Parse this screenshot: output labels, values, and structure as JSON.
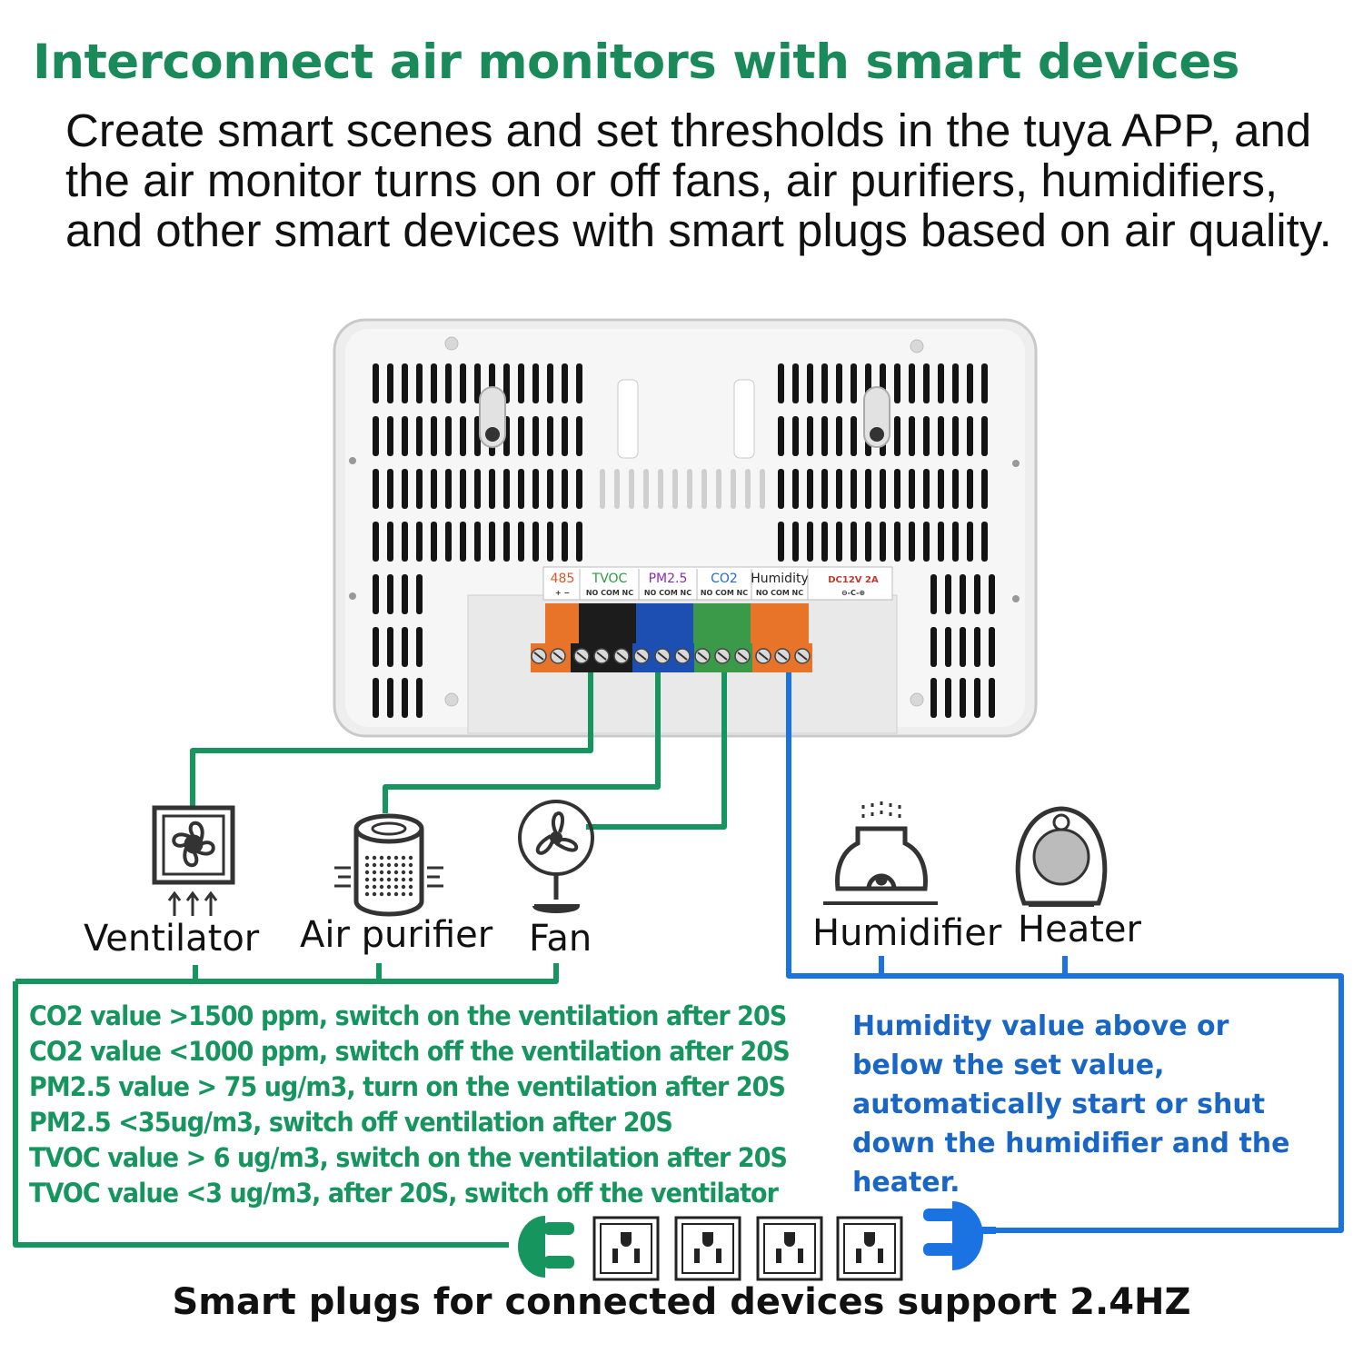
{
  "headline": "Interconnect air monitors with smart devices",
  "subtext": "Create smart scenes and set thresholds in the tuya APP, and the air monitor turns on or off fans, air purifiers, humidifiers, and other smart devices with smart plugs based on air quality.",
  "terminals": {
    "groups": [
      {
        "label": "485",
        "color": "#e0552a",
        "sub": "+ −"
      },
      {
        "label": "TVOC",
        "color": "#2f9a3a",
        "sub": "NO COM NC"
      },
      {
        "label": "PM2.5",
        "color": "#8a2bb5",
        "sub": "NO COM NC"
      },
      {
        "label": "CO2",
        "color": "#1f6ad1",
        "sub": "NO COM NC"
      },
      {
        "label": "Humidity",
        "color": "#222222",
        "sub": "NO COM NC"
      },
      {
        "label": "DC12V  2A",
        "color": "#c0392b",
        "sub": "⊖-C-⊕"
      }
    ]
  },
  "devices": {
    "ventilator": "Ventilator",
    "air_purifier": "Air purifier",
    "fan": "Fan",
    "humidifier": "Humidifier",
    "heater": "Heater"
  },
  "green_notes": [
    "CO2 value >1500 ppm, switch on the ventilation after 20S",
    "CO2 value <1000 ppm, switch off the ventilation after 20S",
    "PM2.5 value > 75 ug/m3, turn on the ventilation after 20S",
    "PM2.5 <35ug/m3, switch off ventilation after 20S",
    "TVOC value > 6 ug/m3, switch on the ventilation after 20S",
    "TVOC value <3 ug/m3, after 20S, switch off the ventilator"
  ],
  "blue_note": "Humidity value above or below the set value, automatically start or shut down the humidifier and the heater.",
  "footer": "Smart plugs for connected devices support 2.4HZ",
  "colors": {
    "green": "#17955f",
    "blue": "#1a73e0",
    "headline": "#1a8a5a"
  }
}
